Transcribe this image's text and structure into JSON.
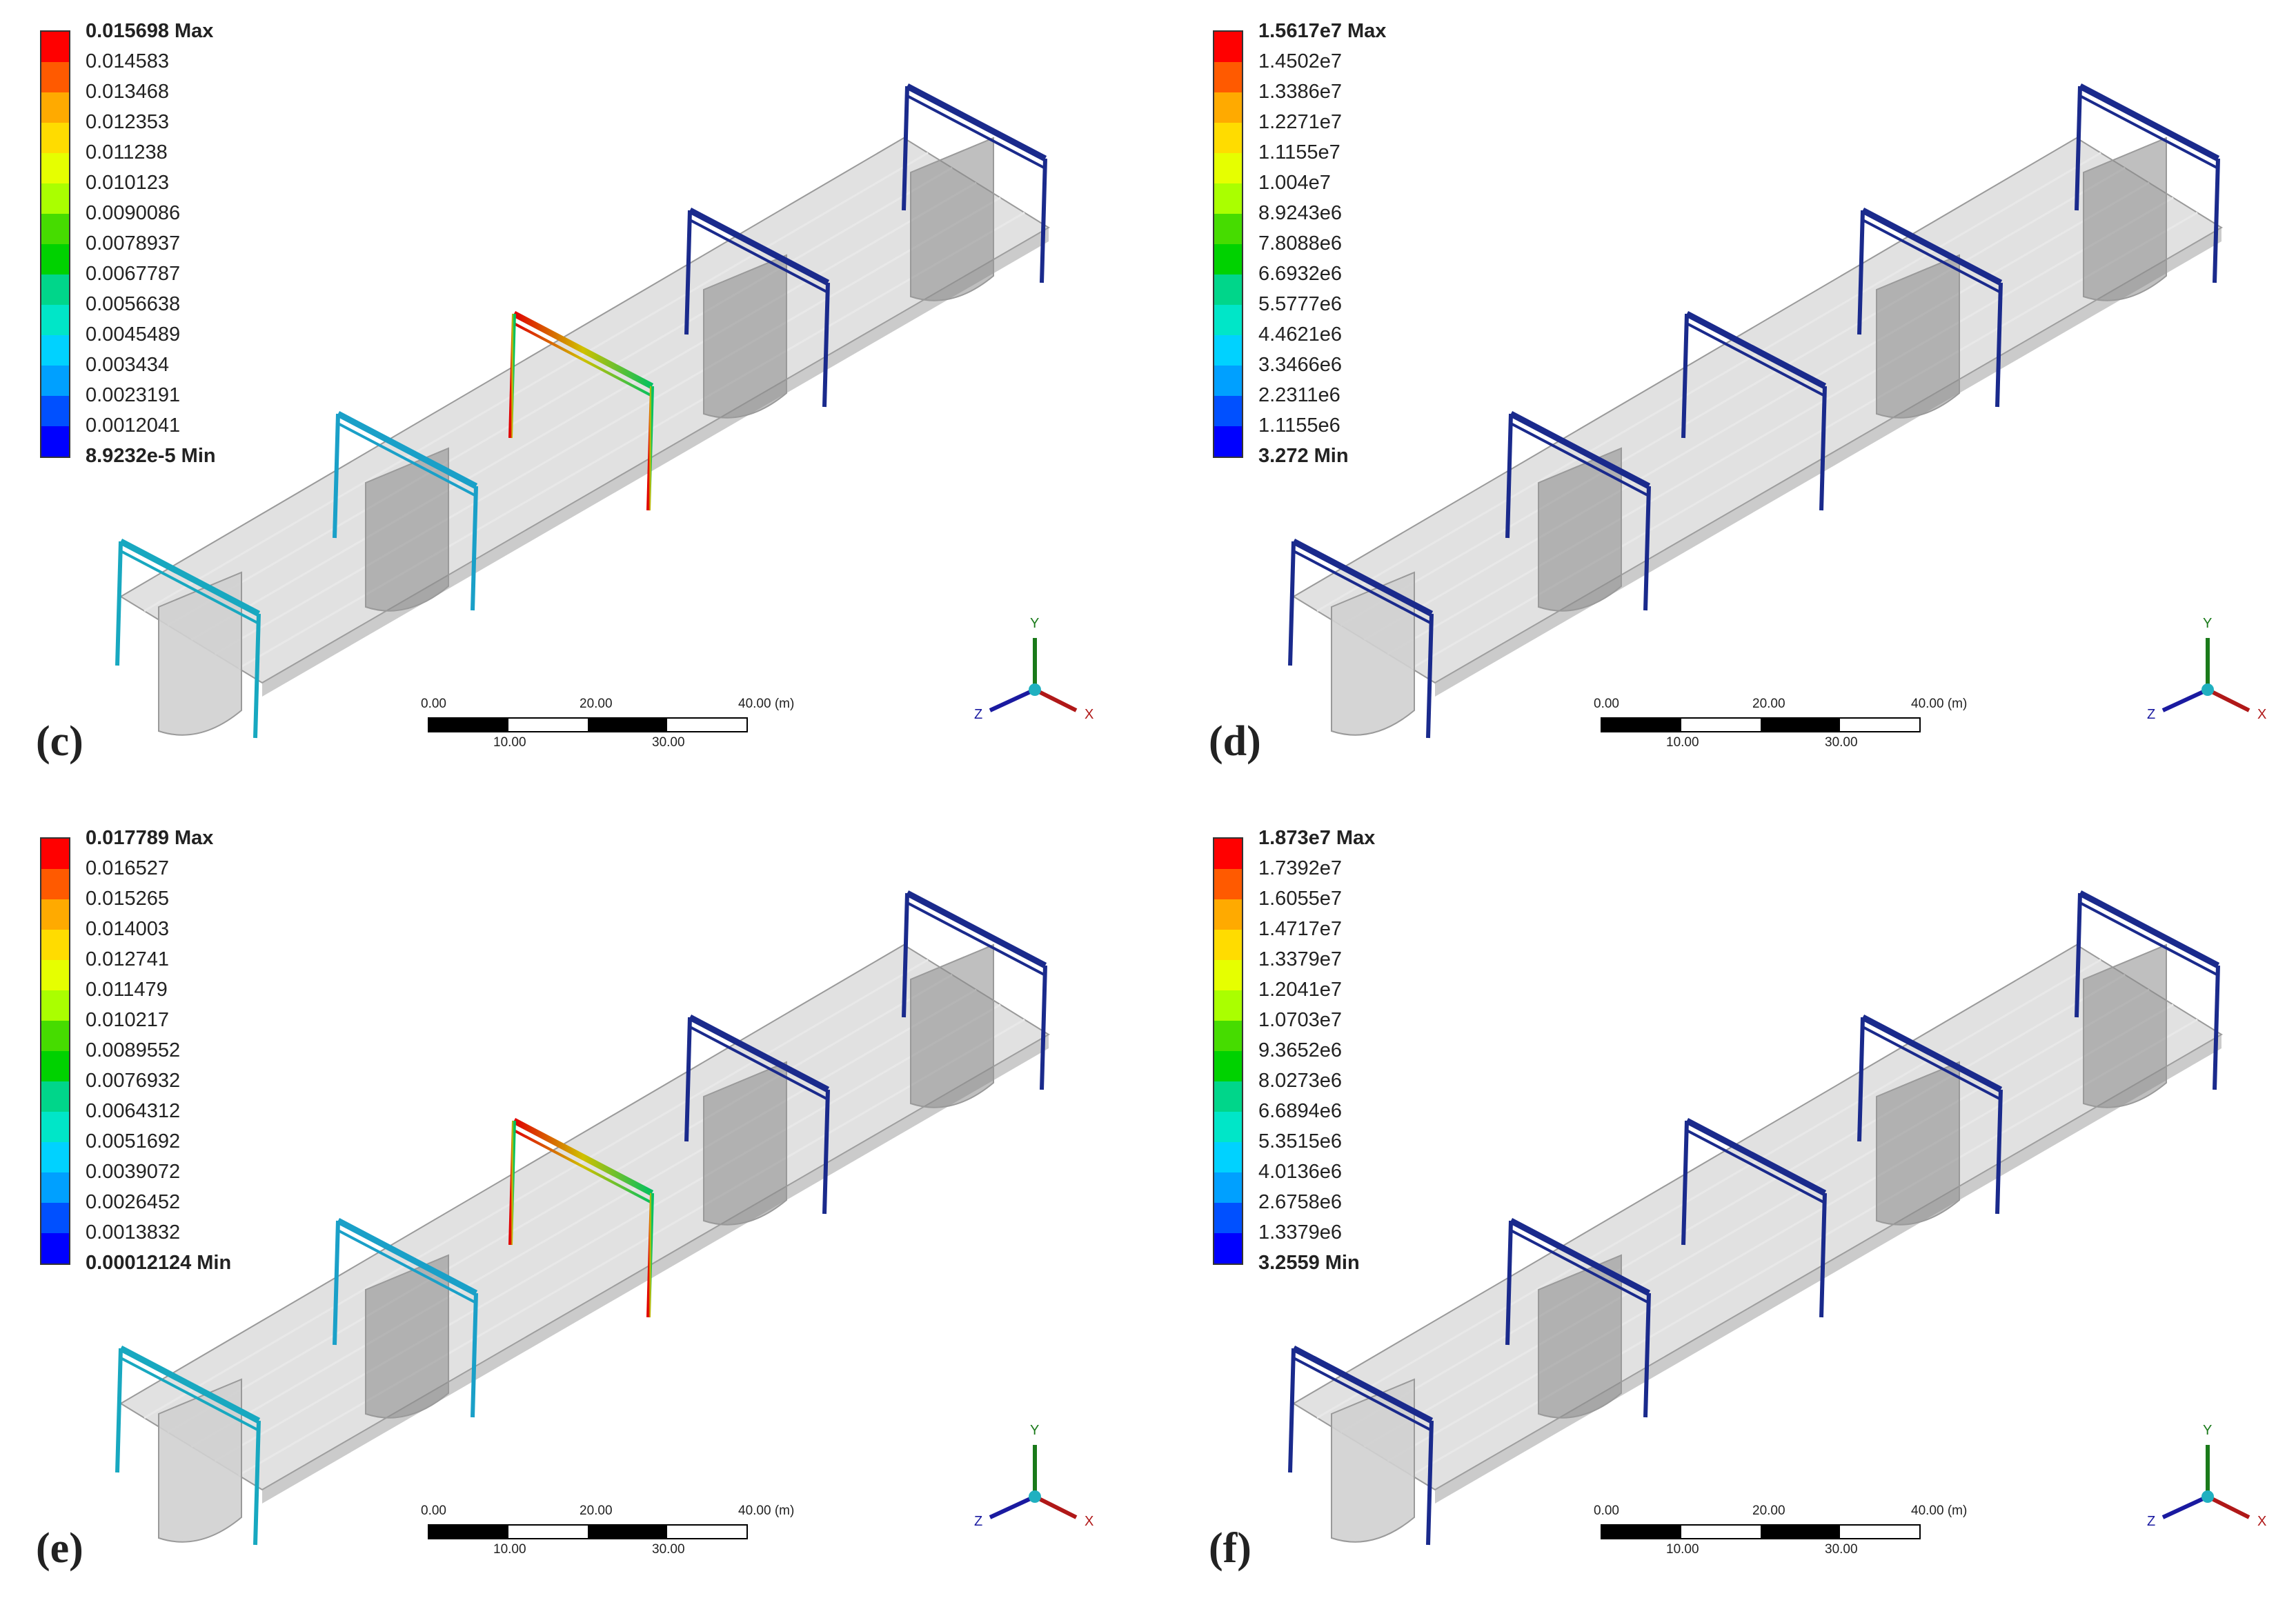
{
  "colors": {
    "legend": [
      "#ff0000",
      "#ff5a00",
      "#ffaa00",
      "#ffdc00",
      "#e6ff00",
      "#aaff00",
      "#46dc00",
      "#00d200",
      "#00d68a",
      "#00e6c8",
      "#00d2ff",
      "#00a0ff",
      "#0050ff",
      "#0000ff"
    ],
    "deck": "#c8c8c8",
    "pier": "#bdbdbd",
    "frame_blue": "#1a2a8c"
  },
  "scalebar": {
    "top_labels": [
      "0.00",
      "20.00",
      "40.00 (m)"
    ],
    "bottom_labels": [
      "10.00",
      "30.00"
    ]
  },
  "axes": {
    "y": "Y",
    "z": "Z",
    "x": "X"
  },
  "panels": [
    {
      "letter": "(c)",
      "legend": [
        "0.015698 Max",
        "0.014583",
        "0.013468",
        "0.012353",
        "0.011238",
        "0.010123",
        "0.0090086",
        "0.0078937",
        "0.0067787",
        "0.0056638",
        "0.0045489",
        "0.003434",
        "0.0023191",
        "0.0012041",
        "8.9232e-5 Min"
      ]
    },
    {
      "letter": "(d)",
      "legend": [
        "1.5617e7 Max",
        "1.4502e7",
        "1.3386e7",
        "1.2271e7",
        "1.1155e7",
        "1.004e7",
        "8.9243e6",
        "7.8088e6",
        "6.6932e6",
        "5.5777e6",
        "4.4621e6",
        "3.3466e6",
        "2.2311e6",
        "1.1155e6",
        "3.272 Min"
      ]
    },
    {
      "letter": "(e)",
      "legend": [
        "0.017789 Max",
        "0.016527",
        "0.015265",
        "0.014003",
        "0.012741",
        "0.011479",
        "0.010217",
        "0.0089552",
        "0.0076932",
        "0.0064312",
        "0.0051692",
        "0.0039072",
        "0.0026452",
        "0.0013832",
        "0.00012124 Min"
      ]
    },
    {
      "letter": "(f)",
      "legend": [
        "1.873e7 Max",
        "1.7392e7",
        "1.6055e7",
        "1.4717e7",
        "1.3379e7",
        "1.2041e7",
        "1.0703e7",
        "9.3652e6",
        "8.0273e6",
        "6.6894e6",
        "5.3515e6",
        "4.0136e6",
        "2.6758e6",
        "1.3379e6",
        "3.2559 Min"
      ]
    }
  ]
}
